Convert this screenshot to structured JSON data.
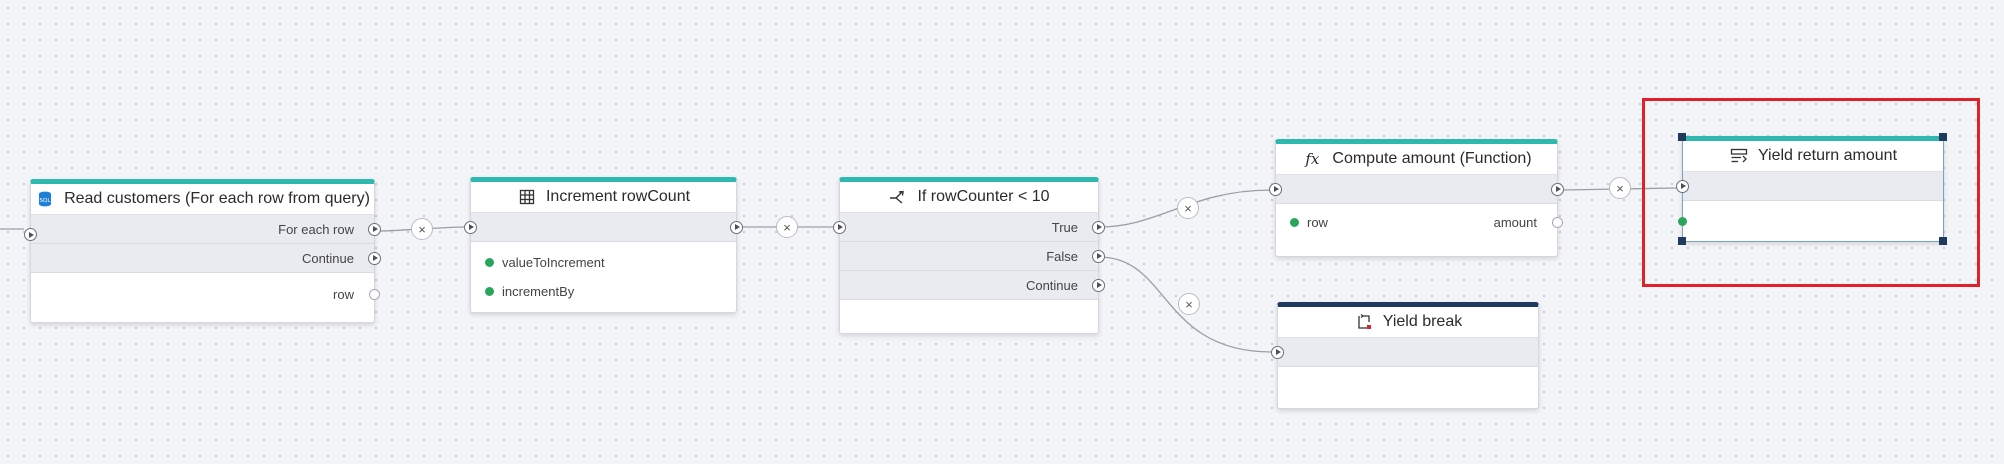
{
  "nodes": {
    "read_customers": {
      "title": "Read customers (For each row from query)",
      "icon": "sql-database-icon",
      "outputs": [
        "For each row",
        "Continue"
      ],
      "data_outputs": [
        "row"
      ]
    },
    "increment": {
      "title": "Increment rowCount",
      "icon": "table-grid-icon",
      "inputs": [
        "valueToIncrement",
        "incrementBy"
      ]
    },
    "if_node": {
      "title": "If rowCounter < 10",
      "icon": "branch-icon",
      "outputs": [
        "True",
        "False",
        "Continue"
      ]
    },
    "compute": {
      "title": "Compute amount (Function)",
      "icon": "function-icon",
      "icon_text": "fx",
      "input_label": "row",
      "output_label": "amount"
    },
    "yield_break": {
      "title": "Yield break",
      "icon": "yield-break-icon"
    },
    "yield_return": {
      "title": "Yield return amount",
      "icon": "yield-return-icon"
    }
  },
  "connector_remove_symbol": "×",
  "colors": {
    "node_accent": "#2fb8b0",
    "node_accent_dark": "#1f3a5c",
    "selection": "#e0202a",
    "input_dot": "#2aa65a",
    "canvas": "#f3f4f8"
  }
}
